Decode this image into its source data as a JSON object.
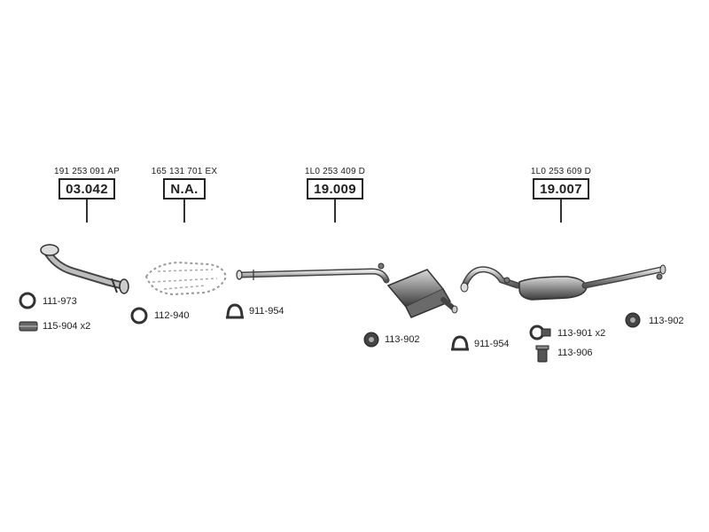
{
  "parts": [
    {
      "oe": "191 253 091 AP",
      "code": "03.042"
    },
    {
      "oe": "165 131 701 EX",
      "code": "N.A."
    },
    {
      "oe": "1L0 253 409 D",
      "code": "19.009"
    },
    {
      "oe": "1L0 253 609 D",
      "code": "19.007"
    }
  ],
  "accessories": {
    "a1": "111-973",
    "a2": "115-904 x2",
    "a3": "112-940",
    "a4": "911-954",
    "a5": "113-902",
    "a6": "911-954",
    "a7": "113-901 x2",
    "a8": "113-906",
    "a9": "113-902"
  }
}
